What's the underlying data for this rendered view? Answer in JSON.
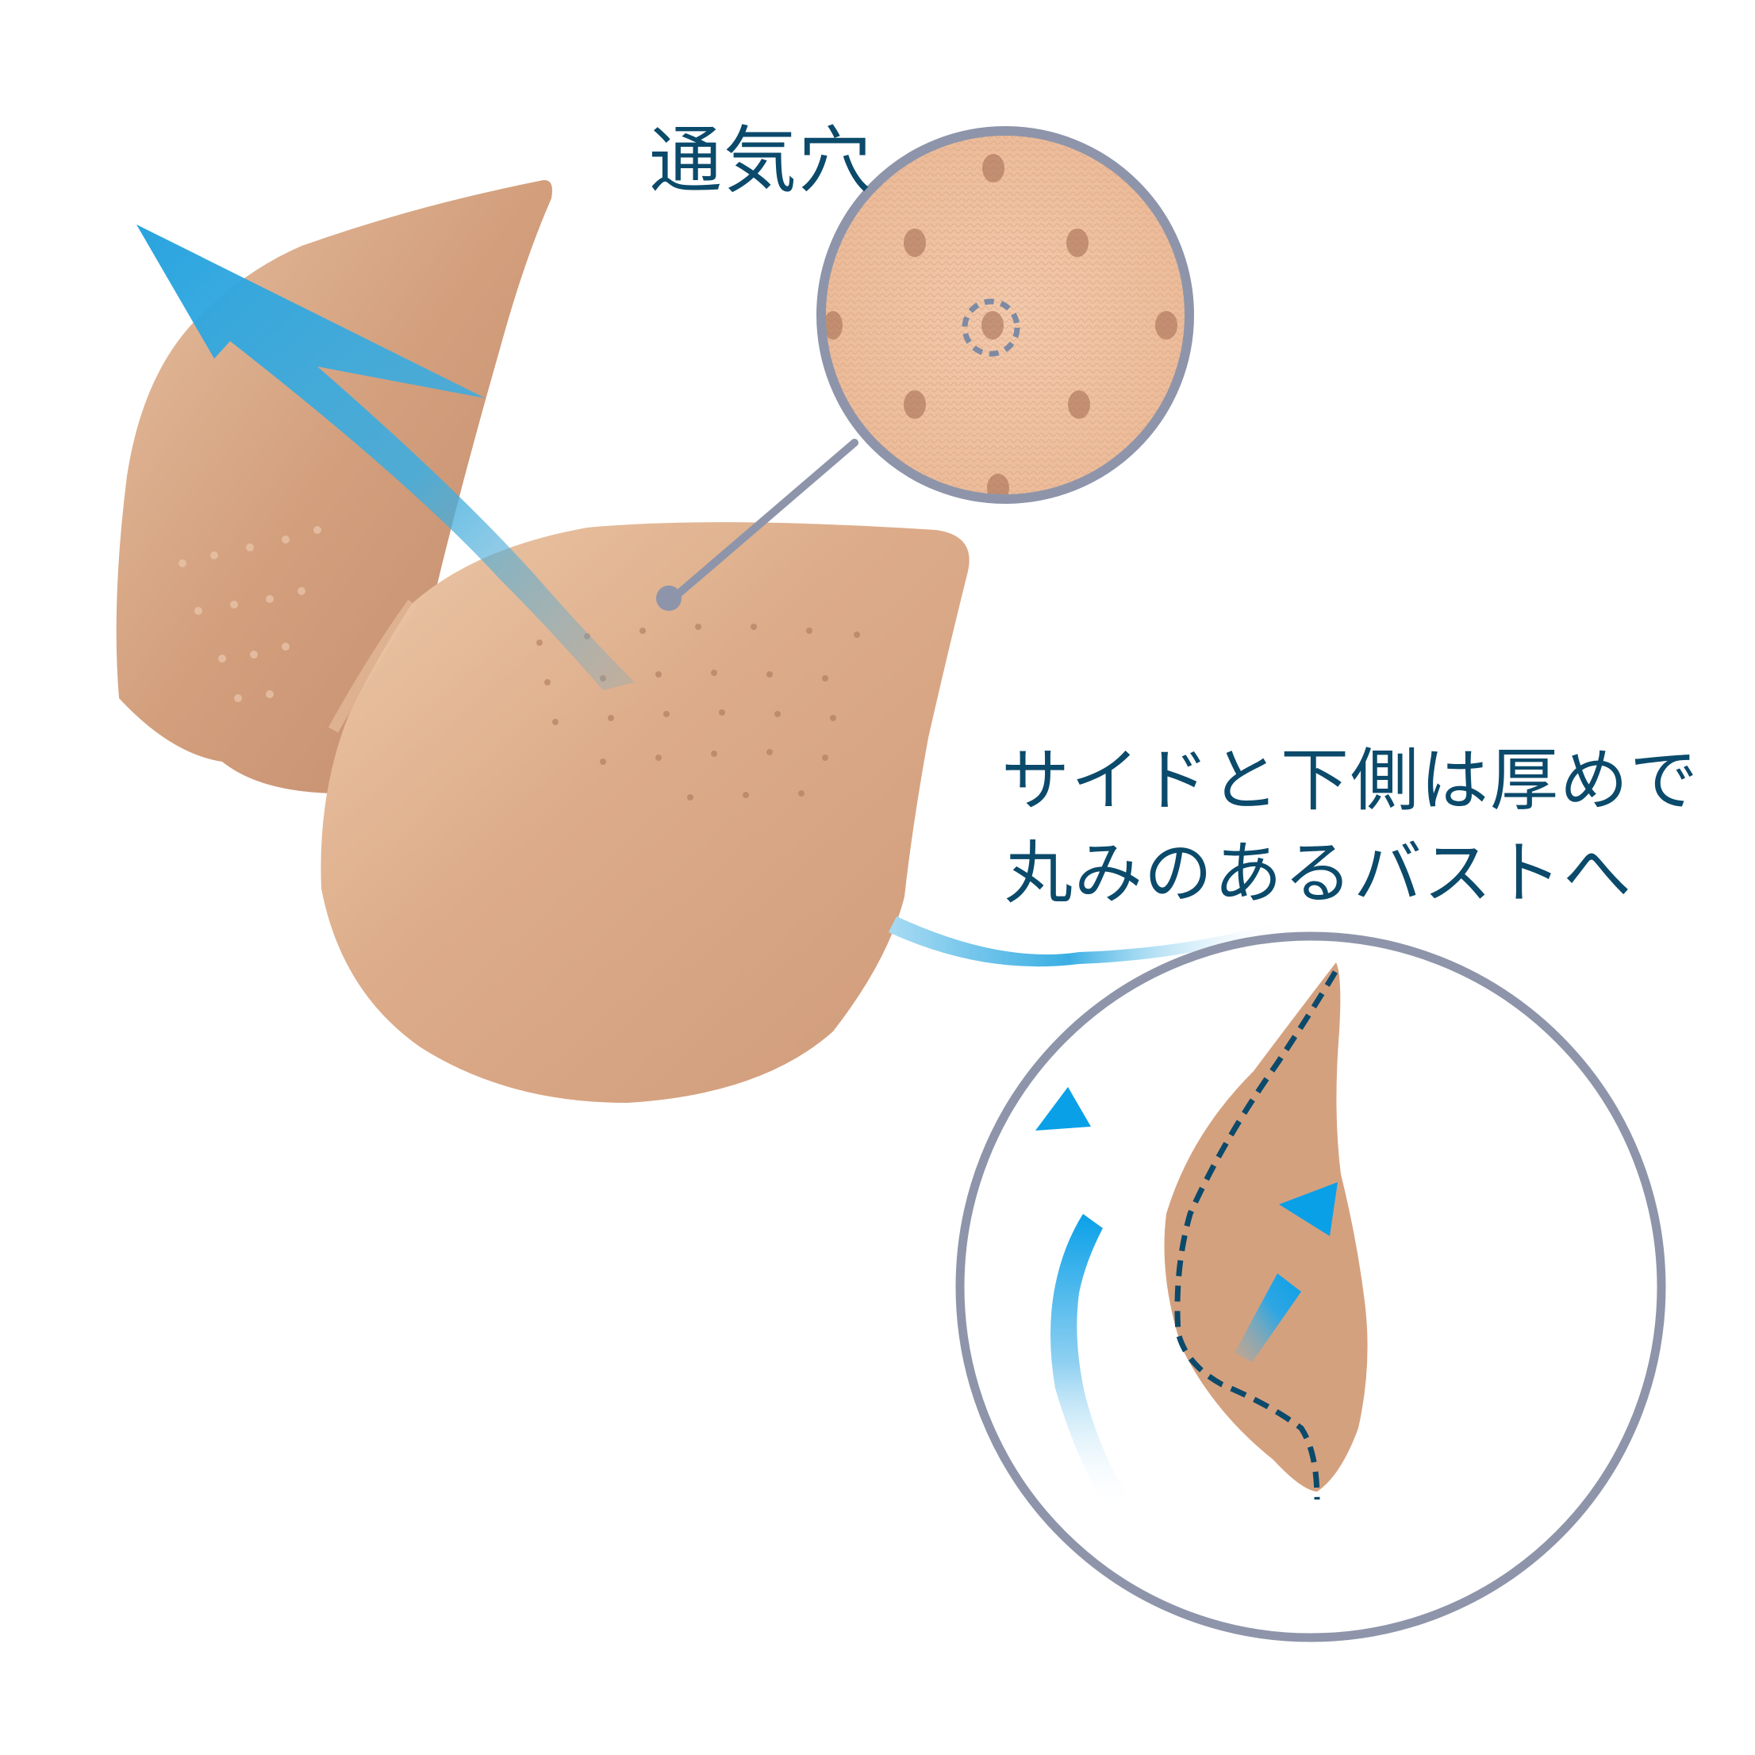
{
  "labels": {
    "vent_holes": "通気穴",
    "side_bottom_line1": "サイドと下側は厚めで",
    "side_bottom_line2": "丸みのあるバストへ"
  },
  "colors": {
    "text": "#0b4a6b",
    "arrow_blue": "#29a3de",
    "arrow_blue_bright": "#0aa0e8",
    "skin": "#d8a583",
    "skin_light": "#e8c1a2",
    "ring_gray": "#8e95aa",
    "dash_navy": "#0b4a6b"
  },
  "icons": {
    "main_airflow_arrow": "arrow-up-left",
    "side_arrow_curved": "arrow-curved-up",
    "side_arrow_diagonal": "arrow-up-right",
    "magnifier_callout": "circle-magnifier",
    "vent_marker": "dashed-circle"
  }
}
